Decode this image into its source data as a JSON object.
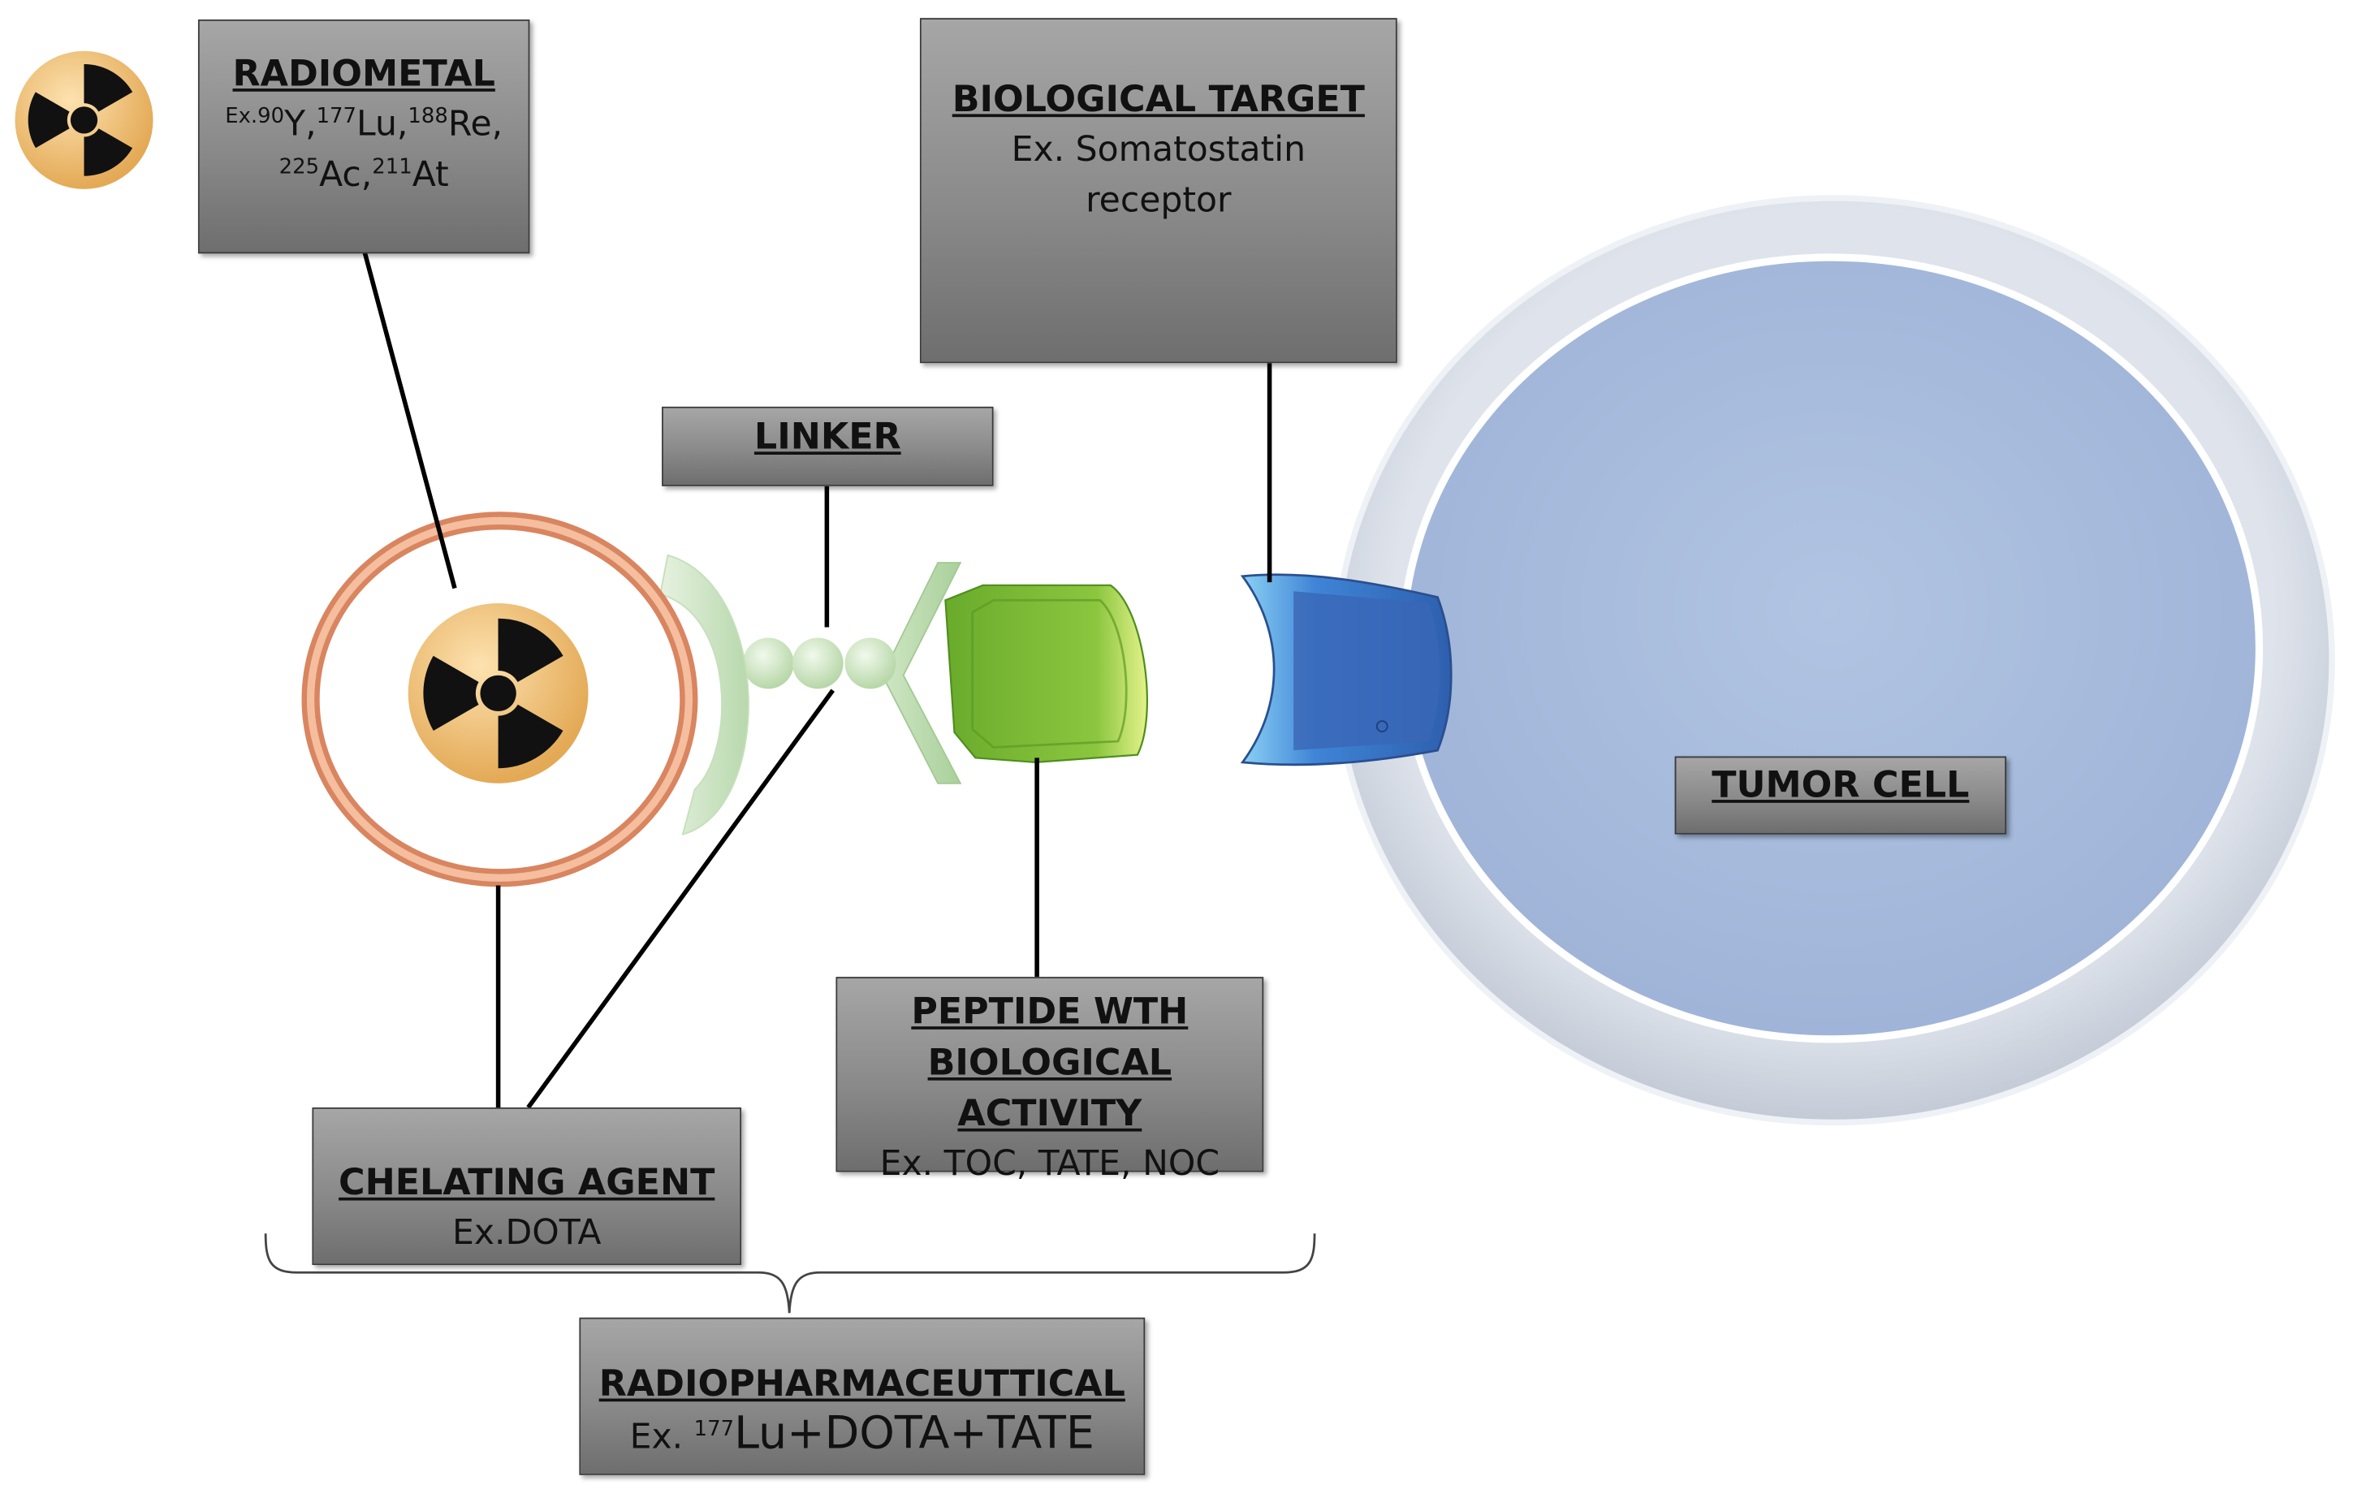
{
  "labels": {
    "radiometal": {
      "title": "RADIOMETAL",
      "ex_prefix": "Ex.",
      "isotopes": [
        {
          "mass": "90",
          "symbol": "Y",
          "sep": ","
        },
        {
          "mass": "177",
          "symbol": "Lu",
          "sep": ","
        },
        {
          "mass": "188",
          "symbol": "Re",
          "sep": ","
        },
        {
          "mass": "225",
          "symbol": "Ac",
          "sep": ","
        },
        {
          "mass": "211",
          "symbol": "At",
          "sep": ""
        }
      ]
    },
    "biological_target": {
      "title": "BIOLOGICAL TARGET",
      "line1": "Ex. Somatostatin",
      "line2": "receptor"
    },
    "linker": {
      "title": "LINKER"
    },
    "tumor_cell": {
      "title": "TUMOR CELL"
    },
    "peptide": {
      "title_line1": "PEPTIDE WTH",
      "title_line2": "BIOLOGICAL ACTIVITY",
      "example": "Ex. TOC, TATE, NOC"
    },
    "chelating_agent": {
      "title": "CHELATING AGENT",
      "example": "Ex.DOTA"
    },
    "radiopharmaceutical": {
      "title": "RADIOPHARMACEUTTICAL",
      "ex_prefix": "Ex.",
      "mass": "177",
      "formula": "Lu+DOTA+TATE"
    }
  },
  "icons": [
    "radiation-icon",
    "radiation-icon"
  ],
  "colors": {
    "box_fill": "#8c8c8c",
    "chelator_ring": "#e8a07c",
    "cell_outer": "#d3d9e3",
    "cell_inner": "#a9bddd",
    "peptide": "#7cbc3c",
    "receptor": "#3f72c2",
    "linker_beads": "#d2e8c8",
    "radiation_disc": "#f3c882"
  }
}
